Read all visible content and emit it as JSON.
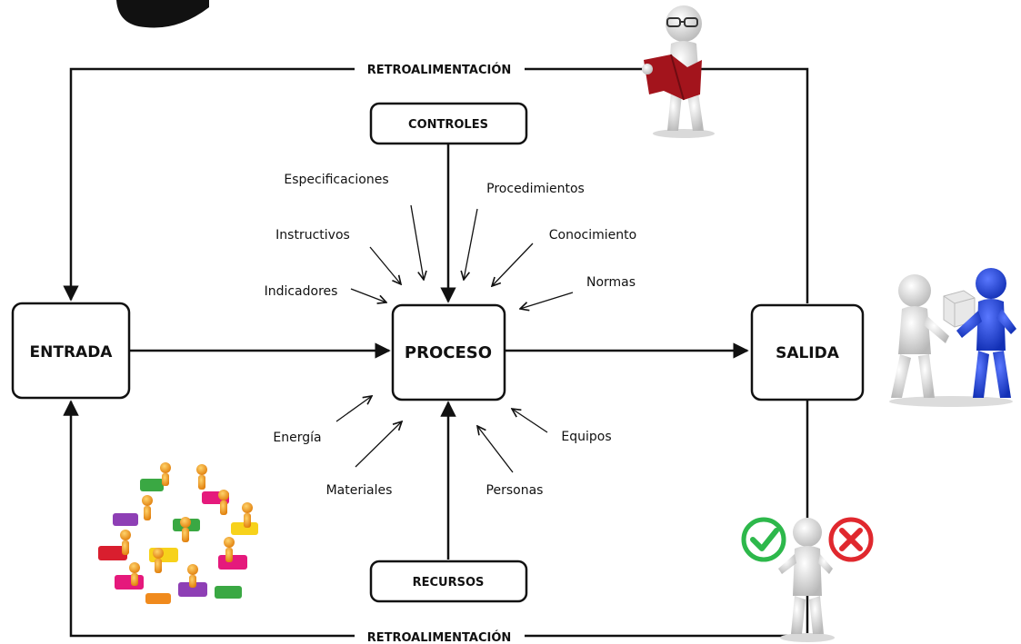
{
  "nodes": {
    "entrada": "ENTRADA",
    "proceso": "PROCESO",
    "salida": "SALIDA",
    "controles": "CONTROLES",
    "recursos": "RECURSOS"
  },
  "feedback": {
    "top": "RETROALIMENTACIÓN",
    "bottom": "RETROALIMENTACIÓN"
  },
  "control_inputs": {
    "especificaciones": "Especificaciones",
    "procedimientos": "Procedimientos",
    "instructivos": "Instructivos",
    "conocimiento": "Conocimiento",
    "indicadores": "Indicadores",
    "normas": "Normas"
  },
  "resource_inputs": {
    "energia": "Energía",
    "equipos": "Equipos",
    "materiales": "Materiales",
    "personas": "Personas"
  },
  "illustrations": {
    "reader": "figure-reading-book",
    "handover": "figures-exchanging-box",
    "team": "team-puzzle-pieces",
    "judge": "figure-check-cross",
    "check_color": "#2db84b",
    "cross_color": "#e0282e",
    "puzzle_colors": [
      "#f7d21b",
      "#e5197c",
      "#3aa843",
      "#8e3fb5",
      "#f08a1d",
      "#d91e2e"
    ],
    "book_color": "#a3141c",
    "figure_blue": "#1f3fd6"
  }
}
